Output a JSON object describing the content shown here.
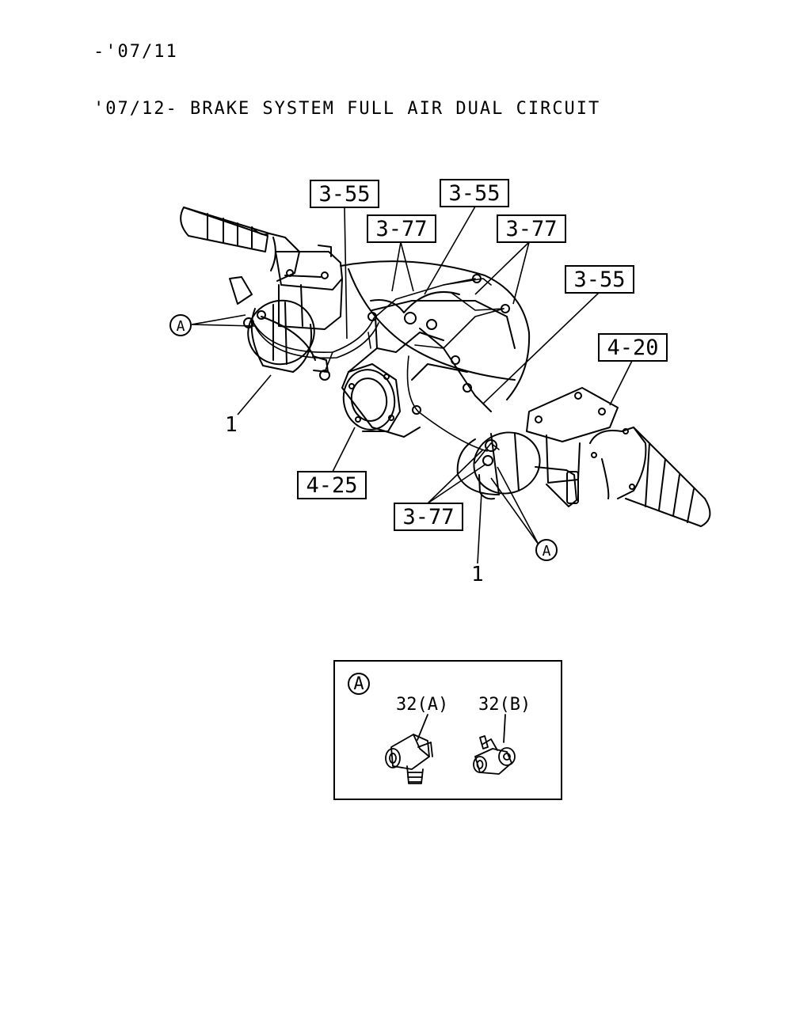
{
  "header": {
    "line1": "-'07/11",
    "line2": "'07/12- BRAKE SYSTEM FULL AIR DUAL CIRCUIT"
  },
  "diagram": {
    "refs": [
      {
        "id": "ref-3-55-a",
        "label": "3-55"
      },
      {
        "id": "ref-3-55-b",
        "label": "3-55"
      },
      {
        "id": "ref-3-77-a",
        "label": "3-77"
      },
      {
        "id": "ref-3-77-b",
        "label": "3-77"
      },
      {
        "id": "ref-3-55-c",
        "label": "3-55"
      },
      {
        "id": "ref-4-20",
        "label": "4-20"
      },
      {
        "id": "ref-4-25",
        "label": "4-25"
      },
      {
        "id": "ref-3-77-c",
        "label": "3-77"
      }
    ],
    "callouts": {
      "left_item": "1",
      "right_item": "1",
      "marker_left": "A",
      "marker_right": "A"
    },
    "detail": {
      "marker": "A",
      "part_a": "32(A)",
      "part_b": "32(B)"
    }
  }
}
